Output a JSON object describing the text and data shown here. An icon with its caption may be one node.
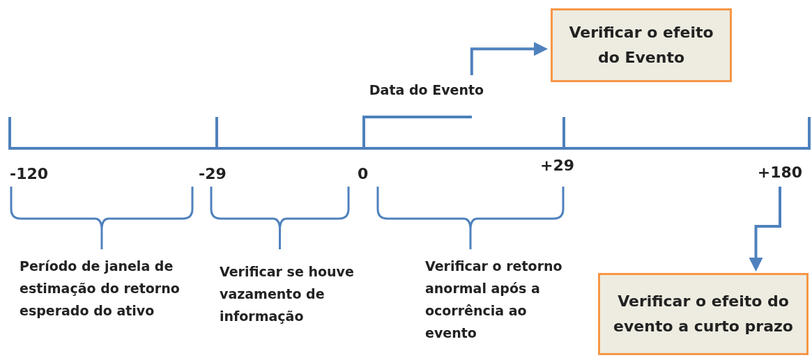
{
  "diagram": {
    "nodes": [
      {
        "text": [
          "Verificar o efeito do Evento"
        ]
      },
      {
        "text": [
          "Verificar o efeito do evento a curto prazo"
        ]
      },
      {
        "text": [
          "Data do Evento"
        ]
      },
      {
        "text": [
          "+180"
        ]
      }
    ],
    "edges": [
      {
        "from": 2,
        "to": 0,
        "arrow": "to"
      },
      {
        "from": 3,
        "to": 1,
        "arrow": "to"
      }
    ],
    "labels": [
      "-120",
      "-29",
      "0",
      "+29",
      "Período de janela de estimação do retorno esperado do ativo",
      "Verificar se houve vazamento de informação",
      "Verificar o retorno anormal após a ocorrência ao evento"
    ]
  }
}
